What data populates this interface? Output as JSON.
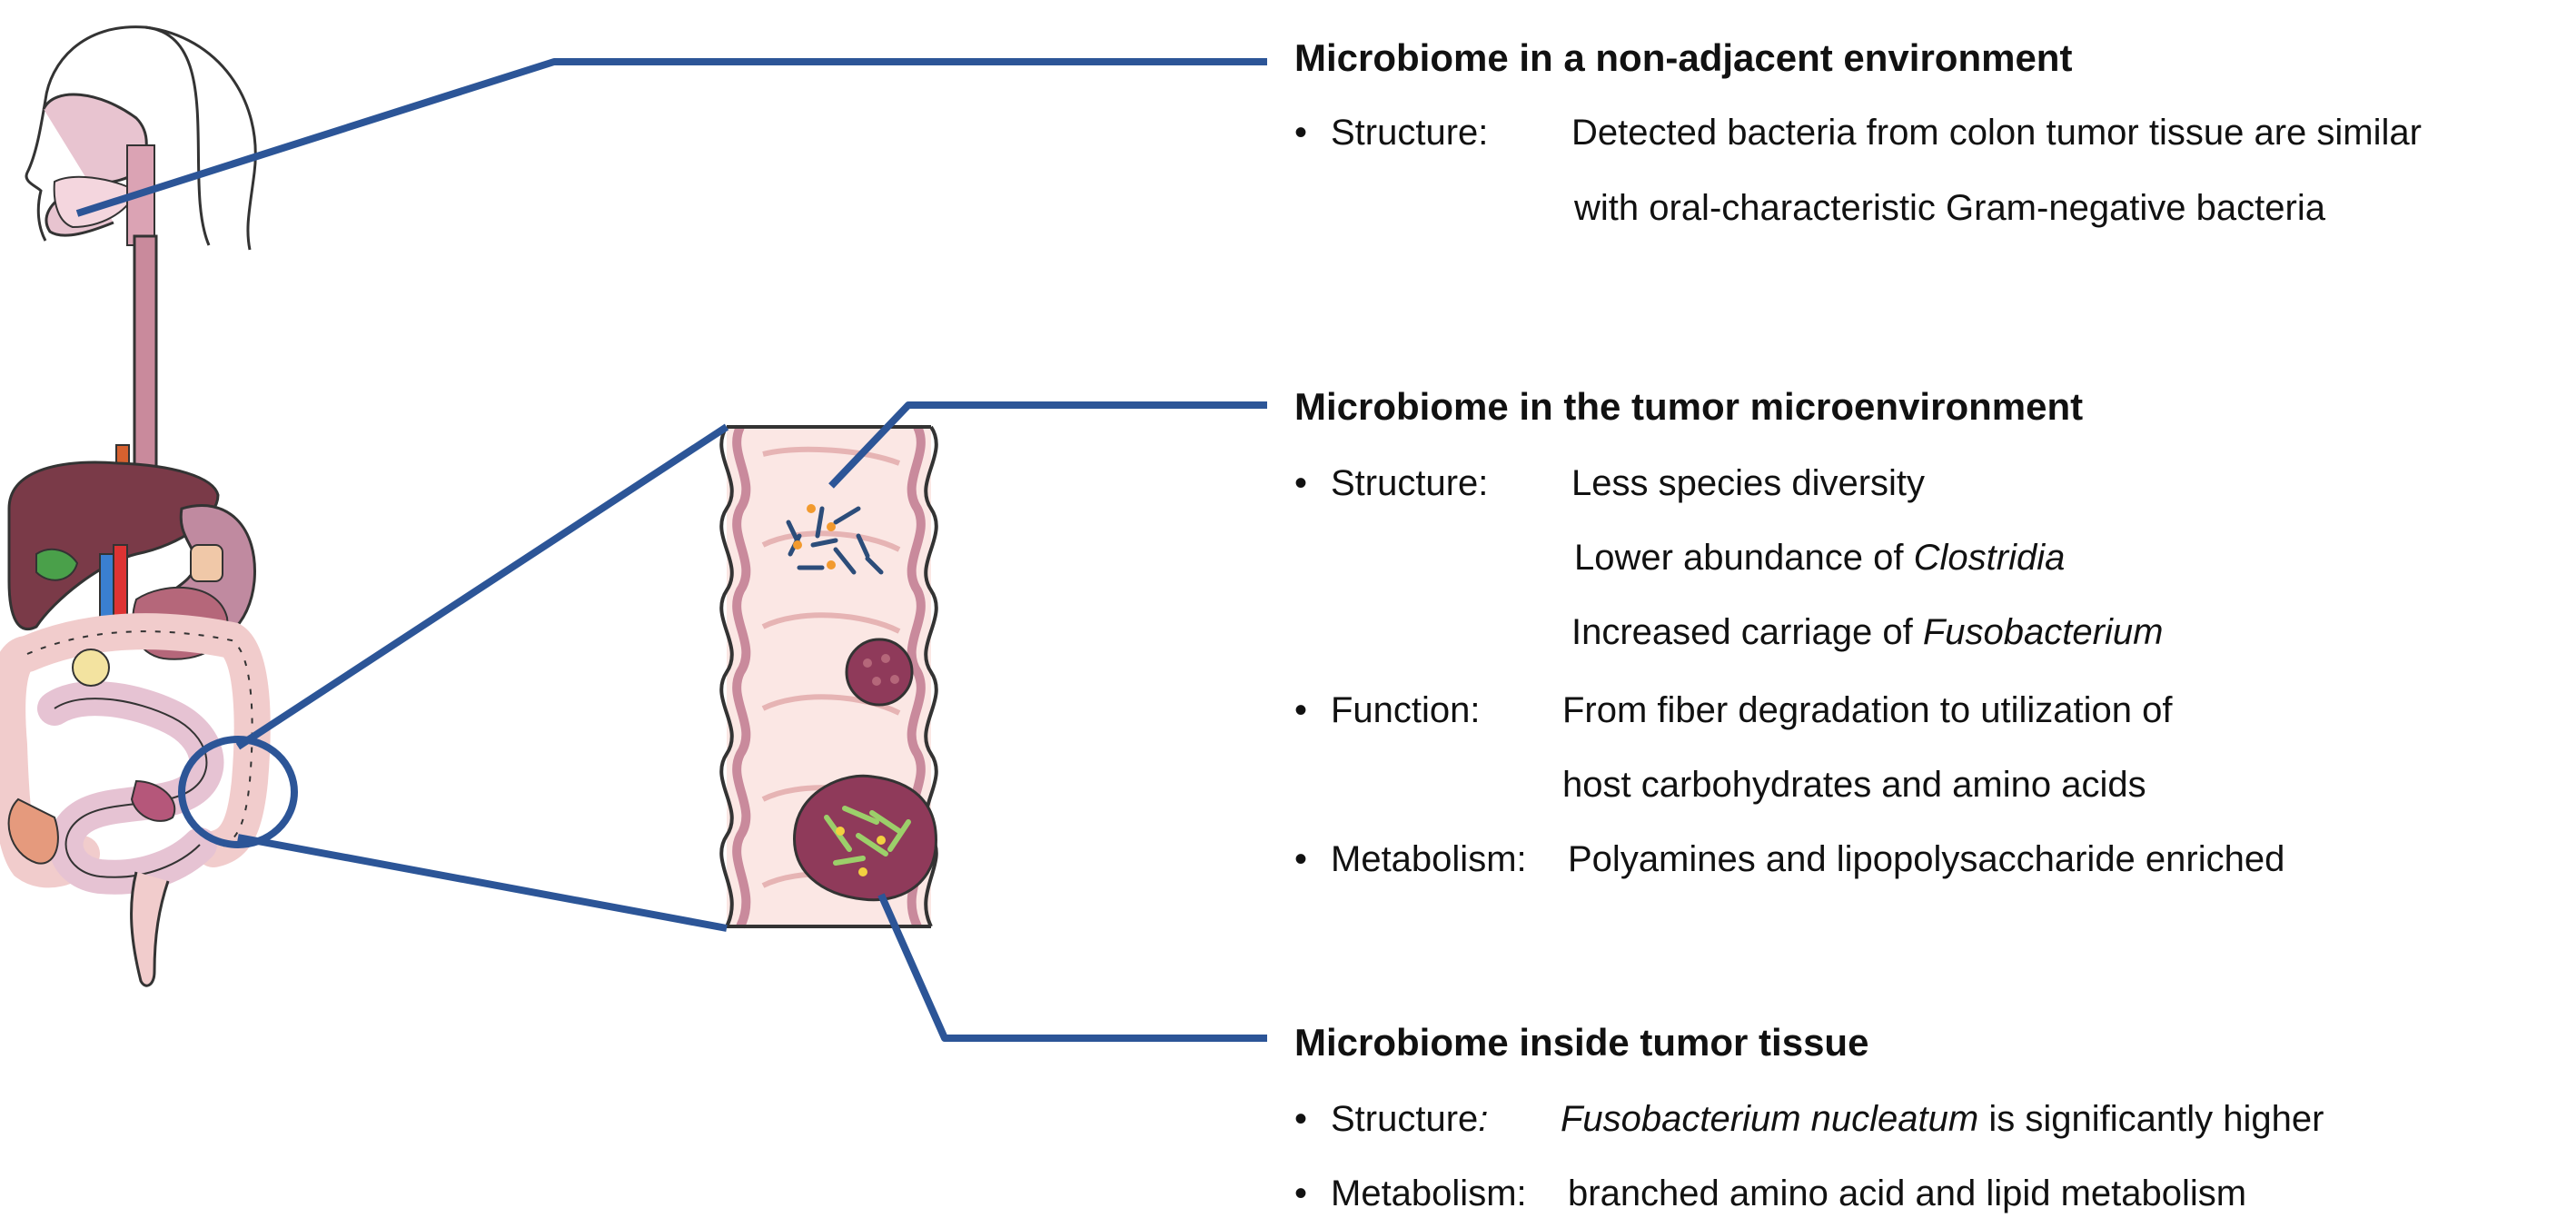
{
  "sections": {
    "non_adjacent": {
      "heading": "Microbiome in a non-adjacent environment",
      "structure_label": "Structure:",
      "structure_line1": "Detected bacteria from colon tumor tissue are similar",
      "structure_line2": "with oral-characteristic Gram-negative bacteria"
    },
    "microenvironment": {
      "heading": "Microbiome in the tumor microenvironment",
      "structure_label": "Structure:",
      "structure_line1": "Less species diversity",
      "structure_line2_prefix": "Lower abundance of ",
      "structure_line2_italic": "Clostridia",
      "structure_line3_prefix": "Increased carriage of ",
      "structure_line3_italic": "Fusobacterium",
      "function_label": "Function:",
      "function_line1": "From fiber degradation to utilization of",
      "function_line2": "host carbohydrates and amino acids",
      "metabolism_label": "Metabolism:",
      "metabolism_line1": "Polyamines and lipopolysaccharide enriched"
    },
    "inside_tumor": {
      "heading": "Microbiome inside tumor tissue",
      "structure_label": "Structure",
      "structure_colon": ":",
      "structure_italic": "Fusobacterium nucleatum",
      "structure_rest": " is significantly higher",
      "metabolism_label": "Metabolism:",
      "metabolism_line1": "branched amino acid and lipid metabolism"
    }
  },
  "bullet_char": "•",
  "colors": {
    "connector": "#2c5597",
    "colon_wall": "#f2c9c9",
    "colon_inner": "#fbe7e4",
    "tumor": "#8f3a5a",
    "outline": "#333333"
  }
}
